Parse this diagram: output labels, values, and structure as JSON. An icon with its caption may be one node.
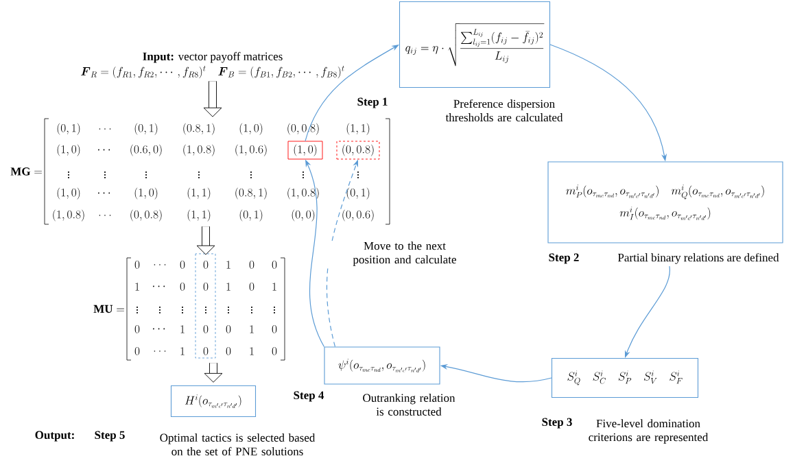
{
  "diagram": {
    "nodes": [
      {
        "text": [
          "**Input:** vector payoff matrices",
          "\\boldsymbol{F}_R=(f_{R1},f_{R2},\\cdots,f_{R8})^t",
          "\\boldsymbol{F}_B=(f_{B1},f_{B2},\\cdots,f_{B8})^t"
        ]
      },
      {
        "text": [
          "q_{ij}=\\eta\\cdot\\sqrt{\\frac{\\sum_{l_{ij}=1}^{L_{ij}}(f_{ij}-\\bar{f}_{ij})^2}{L_{ij}}}"
        ],
        "beside": [
          "Step 1",
          "Preference dispersion thresholds are calculated"
        ]
      },
      {
        "text": [
          "\\mathbf{MG}=",
          "(0,1)",
          "\\ldots",
          "(0,1)",
          "(0.8,1)",
          "(1,0)",
          "(0,0.8)",
          "(1,1)",
          "(1,0)",
          "\\cdots",
          "(0.6,0)",
          "(1,0.8)",
          "(1,0.6)",
          "\\vdots",
          "\\vdots",
          "\\vdots",
          "\\vdots",
          "\\vdots",
          "\\vdots",
          "\\vdots",
          "(1,0)",
          "\\cdots",
          "(1,0)",
          "(1,1)",
          "(0.8,1)",
          "(1,0.8)",
          "(0,1)",
          "(1,0.8)",
          "\\ldots",
          "(0,0.8)",
          "(1,1)",
          "(0,1)",
          "(0,0)",
          "(0,0.6)"
        ]
      },
      {
        "text": [
          "(1,0)"
        ],
        "in": 2
      },
      {
        "text": [
          "(0,0.8)"
        ],
        "in": 2
      },
      {
        "text": [
          "m_P^i(o_{\\tau_{mc}\\tau_{nd}},o_{\\tau_{m'c'}\\tau_{n'd'}})",
          "m_Q^i(o_{\\tau_{mc}\\tau_{nd}},o_{\\tau_{m'c'}\\tau_{n'd'}})",
          "m_I^i(o_{\\tau_{mc}\\tau_{nd}},o_{\\tau_{m'c'}\\tau_{n'd'}})"
        ],
        "beside": [
          "Step 2",
          "Partial binary relations are defined"
        ]
      },
      {
        "text": [
          "\\mathbf{MU}=",
          "0",
          "\\ldots",
          "0",
          "0",
          "1",
          "0",
          "0",
          "1",
          "\\cdots",
          "0",
          "0",
          "1",
          "0",
          "1",
          "\\vdots",
          "\\vdots",
          "\\vdots",
          "\\vdots",
          "\\vdots",
          "\\vdots",
          "\\vdots",
          "0",
          "\\cdots",
          "1",
          "0",
          "0",
          "1",
          "0",
          "0",
          "\\ldots",
          "1",
          "0",
          "0",
          "1",
          "0"
        ]
      },
      {
        "text": [
          "\\psi^i(o_{\\tau_{mc}\\tau_{nd}},o_{\\tau_{m'c'}\\tau_{n'd'}})"
        ],
        "beside": [
          "Step 4",
          "Outranking relation is constructed"
        ]
      },
      {
        "text": [
          "S_Q^i\\quad S_C^i\\quad S_P^i\\quad S_V^i\\quad S_F^i"
        ],
        "beside": [
          "Step 3",
          "Five-level domination criterions are represented"
        ]
      },
      {
        "text": [
          "H^i(o_{\\tau_{m'c'}\\tau_{n'd'}})"
        ],
        "beside": [
          "Output:",
          "Step 5",
          "Optimal tactics is selected based on the set of PNE solutions"
        ]
      }
    ],
    "edges": [
      {
        "from": 0,
        "to": 2,
        "arrow": "to",
        "style": "thick",
        "color": "#000000"
      },
      {
        "from": 3,
        "to": 1,
        "arrow": "to"
      },
      {
        "from": 1,
        "to": 5,
        "arrow": "to"
      },
      {
        "from": 5,
        "to": 8,
        "arrow": "to"
      },
      {
        "from": 8,
        "to": 7,
        "arrow": "to"
      },
      {
        "from": 7,
        "to": 3,
        "arrow": "to"
      },
      {
        "from": 7,
        "to": 4,
        "arrow": "to",
        "style": "dashed",
        "label": "Move to the next position and calculate"
      },
      {
        "from": 2,
        "to": 6,
        "arrow": "to",
        "style": "thick",
        "color": "#000000"
      },
      {
        "from": 6,
        "to": 9,
        "arrow": "to",
        "style": "thick",
        "color": "#000000"
      }
    ]
  }
}
